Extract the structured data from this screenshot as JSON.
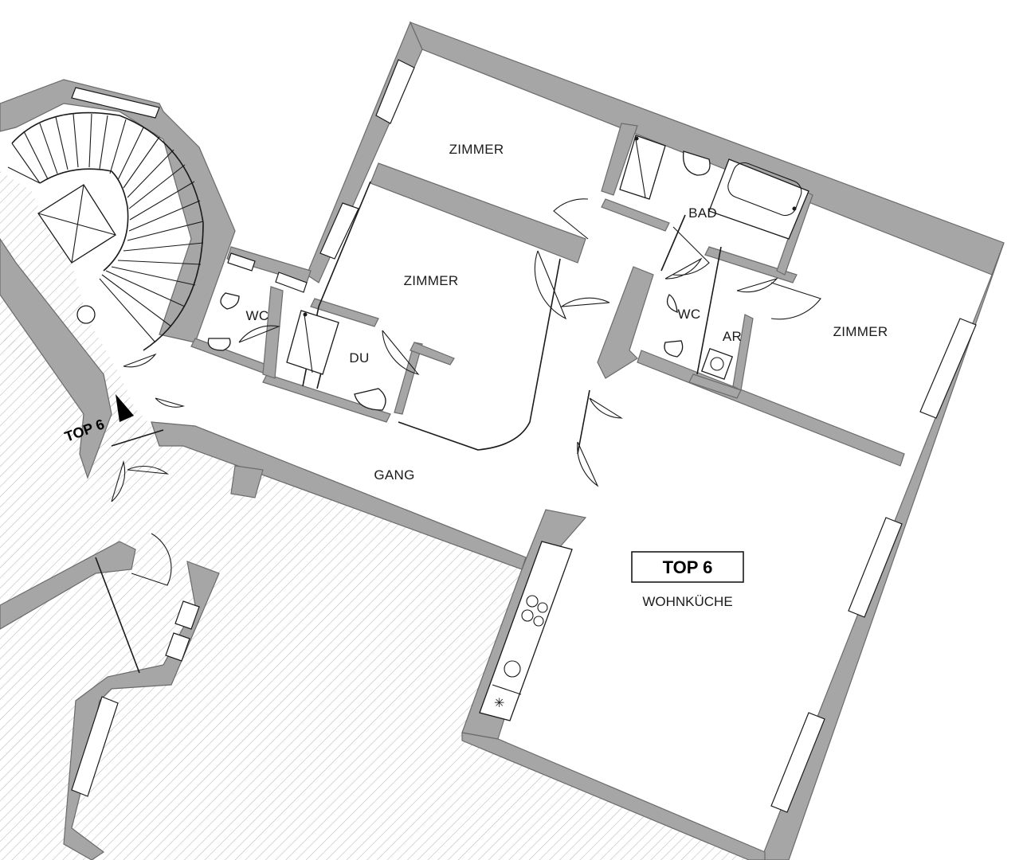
{
  "unit": {
    "title": "TOP 6",
    "subtitle": "WOHNKÜCHE"
  },
  "entrance_label": "TOP 6",
  "rooms": [
    {
      "id": "zimmer-1",
      "label": "ZIMMER"
    },
    {
      "id": "zimmer-2",
      "label": "ZIMMER"
    },
    {
      "id": "zimmer-3",
      "label": "ZIMMER"
    },
    {
      "id": "bad",
      "label": "BAD"
    },
    {
      "id": "wc-1",
      "label": "WC"
    },
    {
      "id": "wc-2",
      "label": "WC"
    },
    {
      "id": "du",
      "label": "DU"
    },
    {
      "id": "ar",
      "label": "AR"
    },
    {
      "id": "gang",
      "label": "GANG"
    }
  ],
  "colors": {
    "wall": "#a6a6a6",
    "line": "#1a1a1a",
    "hatch": "#bcbcbc",
    "background": "#ffffff"
  },
  "icons": [
    "stair-icon",
    "entrance-arrow-icon",
    "stove-icon",
    "sink-icon",
    "toilet-icon",
    "bathtub-icon",
    "shower-icon",
    "washbasin-icon",
    "fan-icon"
  ]
}
